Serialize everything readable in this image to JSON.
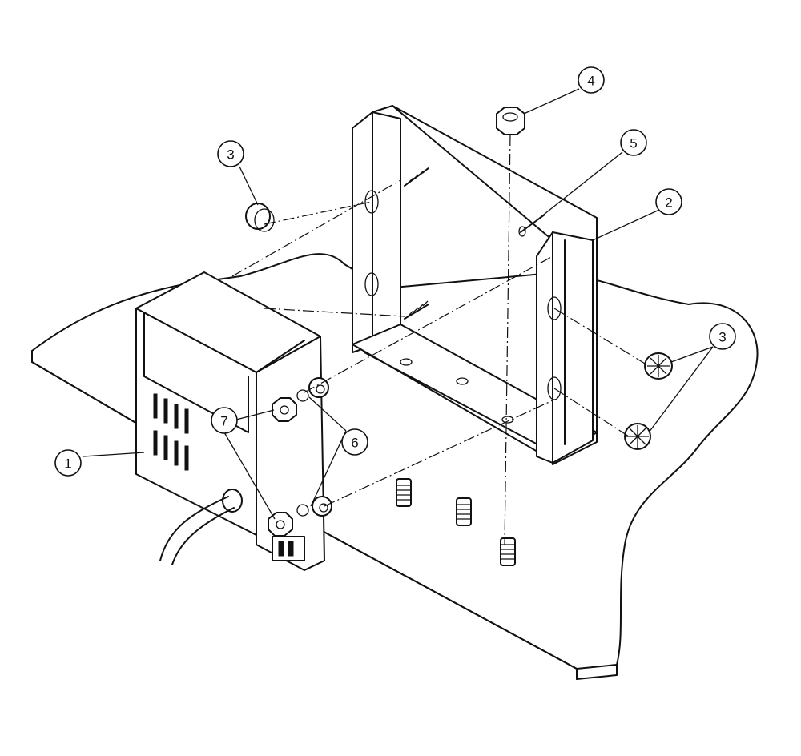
{
  "callouts": [
    {
      "id": "c1",
      "label": "1"
    },
    {
      "id": "c2",
      "label": "2"
    },
    {
      "id": "c3a",
      "label": "3"
    },
    {
      "id": "c3b",
      "label": "3"
    },
    {
      "id": "c4",
      "label": "4"
    },
    {
      "id": "c5",
      "label": "5"
    },
    {
      "id": "c6",
      "label": "6"
    },
    {
      "id": "c7",
      "label": "7"
    }
  ]
}
